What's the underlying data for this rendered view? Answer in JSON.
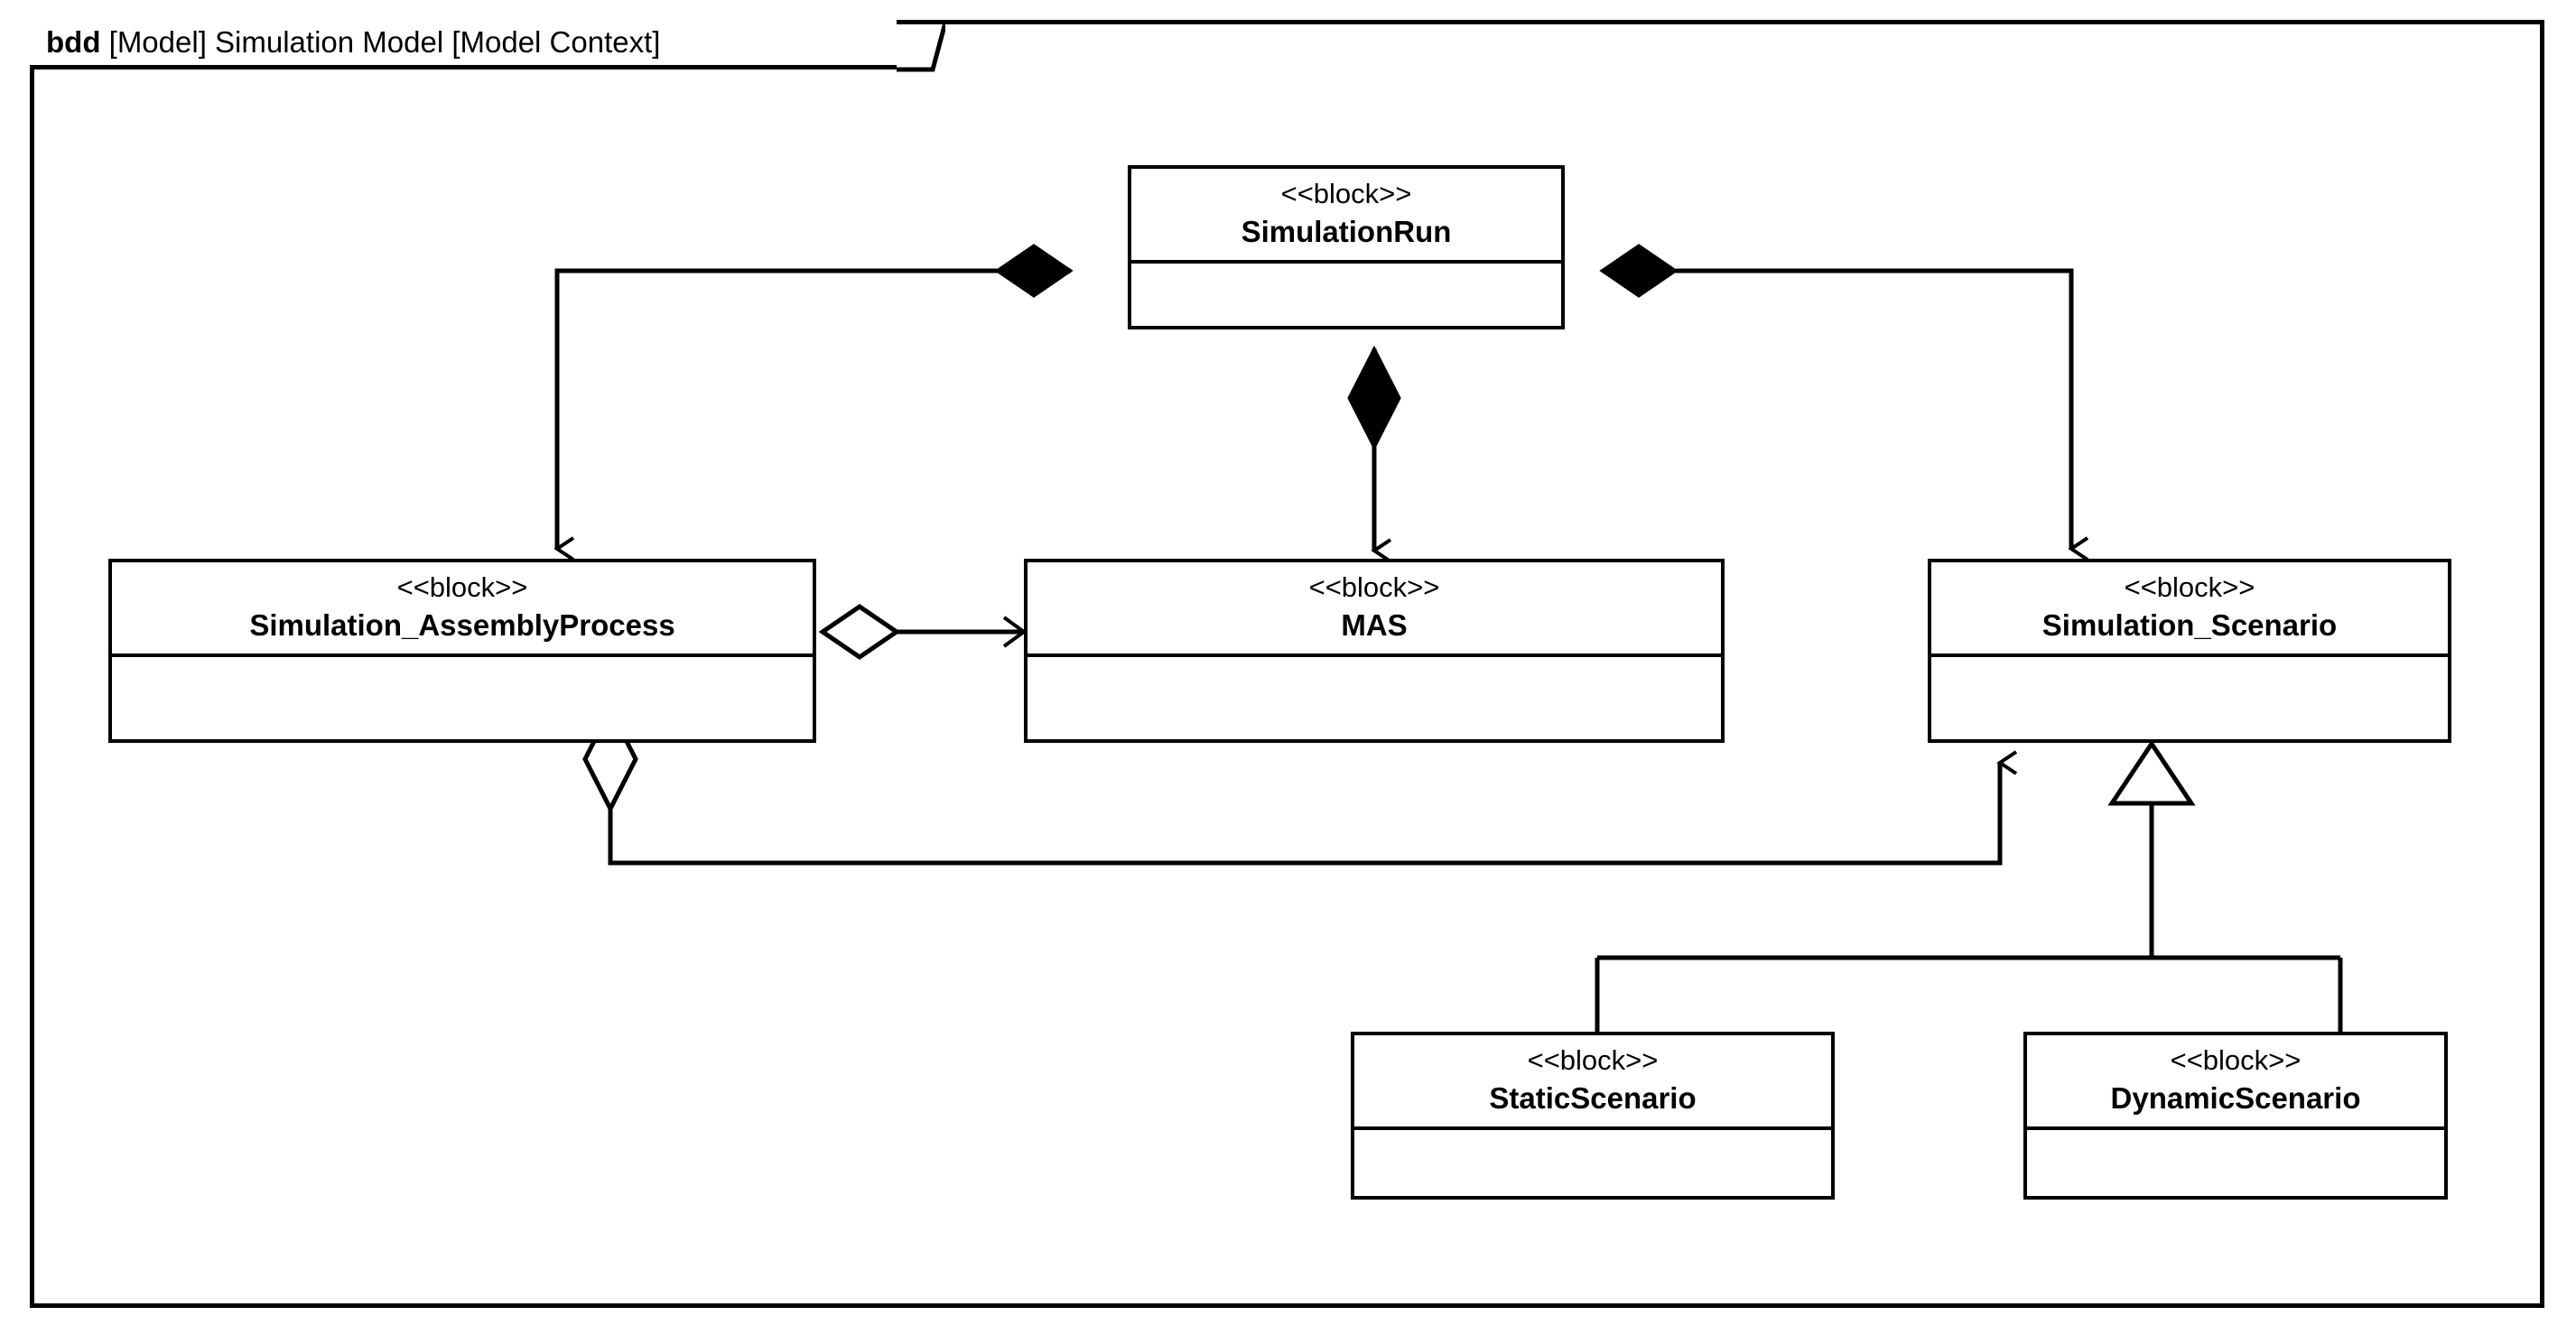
{
  "diagram": {
    "kind_label": "bdd",
    "header_rest": " [Model] Simulation Model [Model Context]",
    "header_full": "bdd [Model] Simulation Model [Model Context]",
    "frame_color": "#000000",
    "background_color": "#ffffff"
  },
  "blocks": [
    {
      "id": "simulation-run",
      "stereotype": "<<block>>",
      "name": "SimulationRun"
    },
    {
      "id": "simulation-assembly-process",
      "stereotype": "<<block>>",
      "name": "Simulation_AssemblyProcess"
    },
    {
      "id": "mas",
      "stereotype": "<<block>>",
      "name": "MAS"
    },
    {
      "id": "simulation-scenario",
      "stereotype": "<<block>>",
      "name": "Simulation_Scenario"
    },
    {
      "id": "static-scenario",
      "stereotype": "<<block>>",
      "name": "StaticScenario"
    },
    {
      "id": "dynamic-scenario",
      "stereotype": "<<block>>",
      "name": "DynamicScenario"
    }
  ],
  "relationships": [
    {
      "id": "rel-run-assembly",
      "type": "composition",
      "source": "SimulationRun",
      "target": "Simulation_AssemblyProcess",
      "source_end": "filled-diamond",
      "target_end": "open-arrow"
    },
    {
      "id": "rel-run-mas",
      "type": "composition",
      "source": "SimulationRun",
      "target": "MAS",
      "source_end": "filled-diamond",
      "target_end": "open-arrow"
    },
    {
      "id": "rel-run-scenario",
      "type": "composition",
      "source": "SimulationRun",
      "target": "Simulation_Scenario",
      "source_end": "filled-diamond",
      "target_end": "open-arrow"
    },
    {
      "id": "rel-assembly-mas",
      "type": "aggregation",
      "source": "Simulation_AssemblyProcess",
      "target": "MAS",
      "source_end": "hollow-diamond",
      "target_end": "open-arrow"
    },
    {
      "id": "rel-assembly-scenario",
      "type": "aggregation",
      "source": "Simulation_AssemblyProcess",
      "target": "Simulation_Scenario",
      "source_end": "hollow-diamond",
      "target_end": "open-arrow"
    },
    {
      "id": "rel-static-scenario",
      "type": "generalization",
      "source": "StaticScenario",
      "target": "Simulation_Scenario",
      "target_end": "hollow-triangle"
    },
    {
      "id": "rel-dynamic-scenario",
      "type": "generalization",
      "source": "DynamicScenario",
      "target": "Simulation_Scenario",
      "target_end": "hollow-triangle"
    }
  ]
}
